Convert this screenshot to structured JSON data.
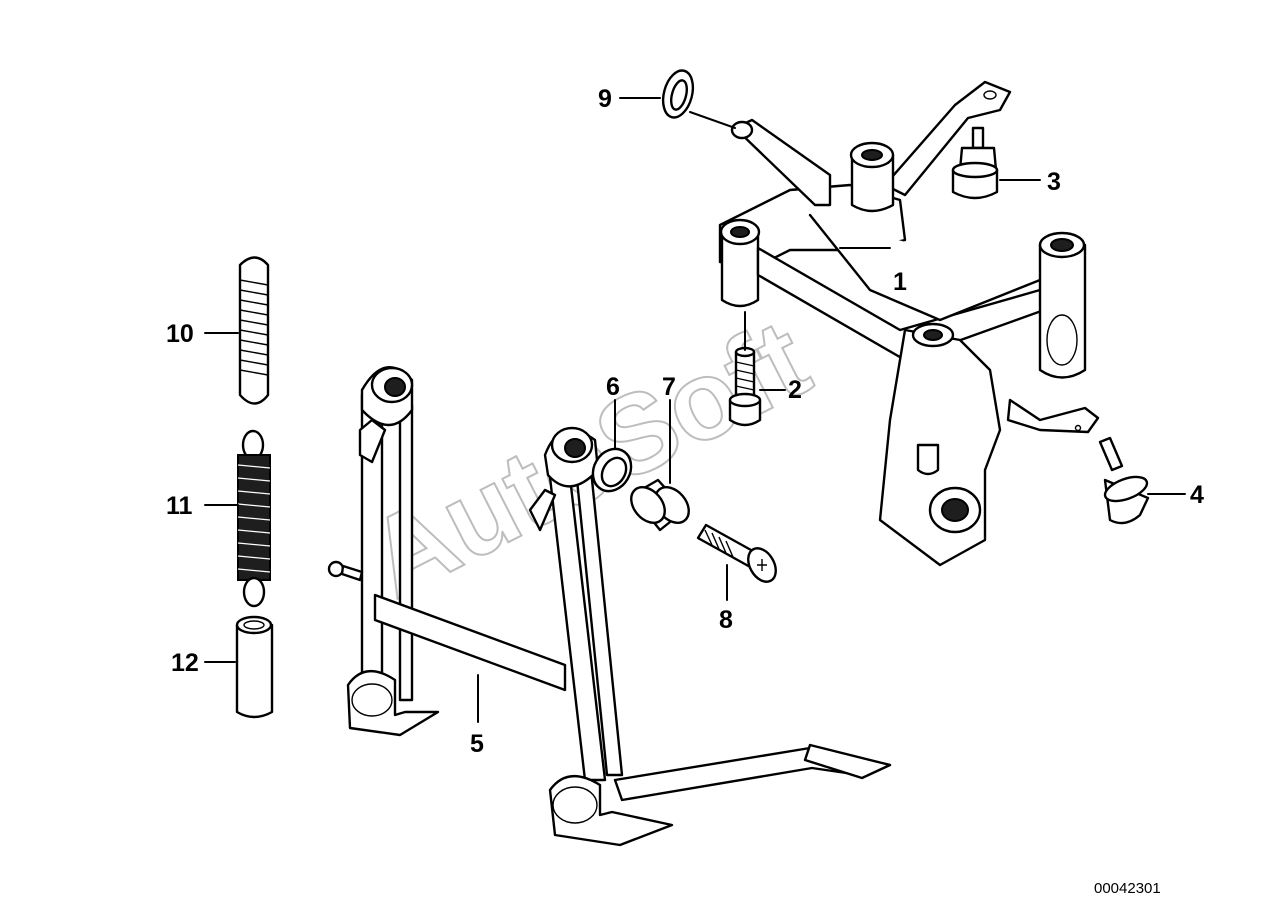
{
  "callouts": {
    "c1": "1",
    "c2": "2",
    "c3": "3",
    "c4": "4",
    "c5": "5",
    "c6": "6",
    "c7": "7",
    "c8": "8",
    "c9": "9",
    "c10": "10",
    "c11": "11",
    "c12": "12"
  },
  "watermark": "AutoSoft",
  "reference_number": "00042301"
}
